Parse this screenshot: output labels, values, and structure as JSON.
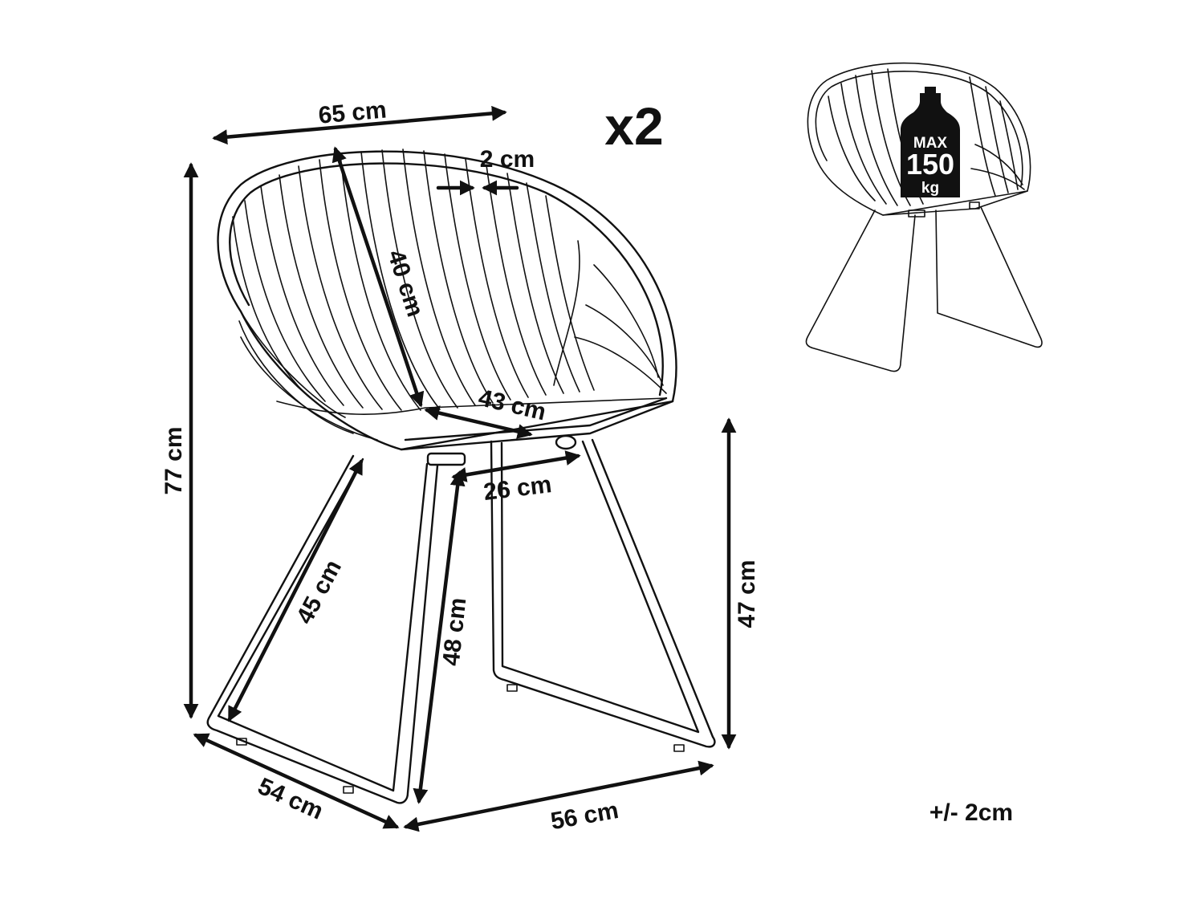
{
  "quantity_label": "x2",
  "tolerance_label": "+/- 2cm",
  "dimensions": {
    "width_top": "65 cm",
    "frame_thickness": "2 cm",
    "back_height": "40 cm",
    "seat_depth": "43 cm",
    "leg_spacing": "26 cm",
    "total_height": "77 cm",
    "leg_length_front": "45 cm",
    "leg_length_back": "48 cm",
    "seat_height": "47 cm",
    "depth_base": "54 cm",
    "width_base": "56 cm"
  },
  "max_load": {
    "line1": "MAX",
    "line2": "150",
    "line3": "kg"
  }
}
